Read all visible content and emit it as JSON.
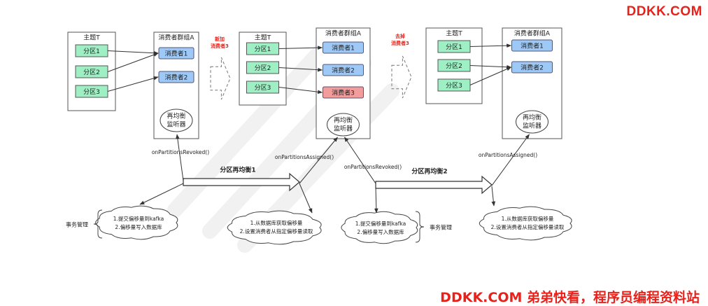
{
  "brand": {
    "top": "DDKK.COM",
    "bottom": "DDKK.COM 弟弟快看，程序员编程资料站",
    "accent": "#e8221b"
  },
  "colors": {
    "partition_fill": "#9ef0c4",
    "consumer_fill": "#9ec9f6",
    "new_consumer_fill": "#f29c9c",
    "line": "#333333"
  },
  "labels": {
    "topic": "主题T",
    "group": "消费者群组A",
    "monitor_line1": "再均衡",
    "monitor_line2": "监听器",
    "transaction": "事务管理",
    "revoked": "onPartitionsRevoked()",
    "assigned": "onPartitionsAssigned()",
    "add_consumer_line1": "新加",
    "add_consumer_line2": "消费者3",
    "remove_consumer_line1": "去掉",
    "remove_consumer_line2": "消费者3",
    "rebalance1": "分区再均衡1",
    "rebalance2": "分区再均衡2"
  },
  "partitions": [
    "分区1",
    "分区2",
    "分区3"
  ],
  "consumers": [
    "消费者1",
    "消费者2",
    "消费者3"
  ],
  "clouds": {
    "commit_line1": "1.提交偏移量到kafka",
    "commit_line2": "2.偏移量写入数据库",
    "fetch_line1": "1.从数据库获取偏移量",
    "fetch_line2": "2.设置消费者从指定偏移量读取"
  }
}
